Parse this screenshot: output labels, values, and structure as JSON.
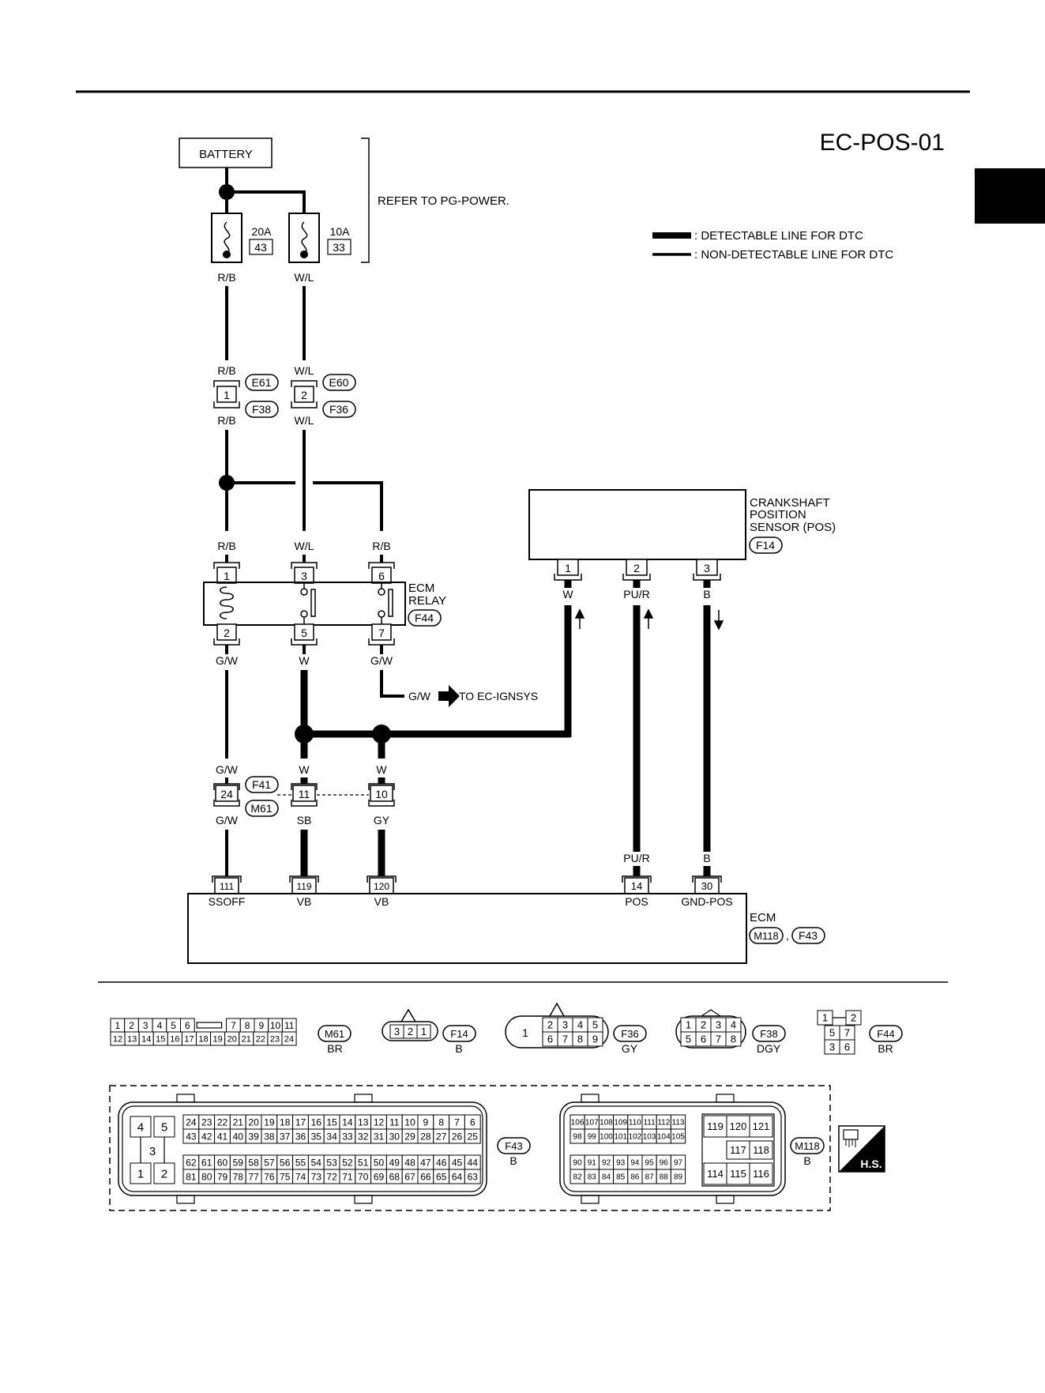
{
  "header": {
    "title": "EC-POS-01"
  },
  "battery": {
    "label": "BATTERY"
  },
  "refer_note": "REFER TO PG-POWER.",
  "legend": {
    "detectable": ": DETECTABLE LINE FOR DTC",
    "non_detectable": ": NON-DETECTABLE LINE FOR DTC"
  },
  "fuses": [
    {
      "amps": "20A",
      "number": "43"
    },
    {
      "amps": "10A",
      "number": "33"
    }
  ],
  "connectors": {
    "e61": "E61",
    "e60": "E60",
    "f38": "F38",
    "f36": "F36",
    "f44": "F44",
    "f14": "F14",
    "f41": "F41",
    "m61": "M61",
    "m118": "M118",
    "f43": "F43"
  },
  "wire_colors": {
    "rb": "R/B",
    "wl": "W/L",
    "gw": "G/W",
    "w": "W",
    "pur": "PU/R",
    "b": "B",
    "sb": "SB",
    "gy": "GY"
  },
  "pins": {
    "j1": "1",
    "j2": "2",
    "relay": [
      "1",
      "3",
      "6",
      "2",
      "5",
      "7"
    ],
    "pos": [
      "1",
      "2",
      "3"
    ],
    "f41": [
      "24",
      "11",
      "10"
    ],
    "ecm": [
      "111",
      "119",
      "120",
      "14",
      "30"
    ]
  },
  "ecm_relay": {
    "line1": "ECM",
    "line2": "RELAY"
  },
  "pos_sensor": {
    "line1": "CRANKSHAFT",
    "line2": "POSITION",
    "line3": "SENSOR (POS)"
  },
  "to_ignsys": {
    "color": "G/W",
    "text": "TO EC-IGNSYS"
  },
  "ecm": {
    "label": "ECM",
    "comma": ",",
    "terminals": [
      "SSOFF",
      "VB",
      "VB",
      "POS",
      "GND-POS"
    ]
  },
  "face_views": {
    "m61": {
      "row1": [
        "1",
        "2",
        "3",
        "4",
        "5",
        "6",
        "7",
        "8",
        "9",
        "10",
        "11"
      ],
      "row2": [
        "12",
        "13",
        "14",
        "15",
        "16",
        "17",
        "18",
        "19",
        "20",
        "21",
        "22",
        "23",
        "24"
      ],
      "color": "BR"
    },
    "f14": {
      "pins": [
        "3",
        "2",
        "1"
      ],
      "color": "B"
    },
    "f36": {
      "big": "1",
      "row1": [
        "2",
        "3",
        "4",
        "5"
      ],
      "row2": [
        "6",
        "7",
        "8",
        "9"
      ],
      "color": "GY"
    },
    "f38": {
      "row1": [
        "1",
        "2",
        "3",
        "4"
      ],
      "row2": [
        "5",
        "6",
        "7",
        "8"
      ],
      "color": "DGY"
    },
    "f44": {
      "row1": [
        "1",
        "2"
      ],
      "row2": [
        "5",
        "7"
      ],
      "row3": [
        "3",
        "6"
      ],
      "color": "BR"
    },
    "f43": {
      "left": [
        "4",
        "5",
        "3",
        "1",
        "2"
      ],
      "row1": [
        "24",
        "23",
        "22",
        "21",
        "20",
        "19",
        "18",
        "17",
        "16",
        "15",
        "14",
        "13",
        "12",
        "11",
        "10",
        "9",
        "8",
        "7",
        "6"
      ],
      "row2": [
        "43",
        "42",
        "41",
        "40",
        "39",
        "38",
        "37",
        "36",
        "35",
        "34",
        "33",
        "32",
        "31",
        "30",
        "29",
        "28",
        "27",
        "26",
        "25"
      ],
      "row3": [
        "62",
        "61",
        "60",
        "59",
        "58",
        "57",
        "56",
        "55",
        "54",
        "53",
        "52",
        "51",
        "50",
        "49",
        "48",
        "47",
        "46",
        "45",
        "44"
      ],
      "row4": [
        "81",
        "80",
        "79",
        "78",
        "77",
        "76",
        "75",
        "74",
        "73",
        "72",
        "71",
        "70",
        "69",
        "68",
        "67",
        "66",
        "65",
        "64",
        "63"
      ],
      "color": "B"
    },
    "m118": {
      "row1": [
        "106",
        "107",
        "108",
        "109",
        "110",
        "111",
        "112",
        "113"
      ],
      "row2": [
        "98",
        "99",
        "100",
        "101",
        "102",
        "103",
        "104",
        "105"
      ],
      "row3": [
        "90",
        "91",
        "92",
        "93",
        "94",
        "95",
        "96",
        "97"
      ],
      "row4": [
        "82",
        "83",
        "84",
        "85",
        "86",
        "87",
        "88",
        "89"
      ],
      "right": [
        "119",
        "120",
        "121",
        "117",
        "118",
        "114",
        "115",
        "116"
      ],
      "color": "B"
    }
  },
  "hs_badge": "H.S."
}
